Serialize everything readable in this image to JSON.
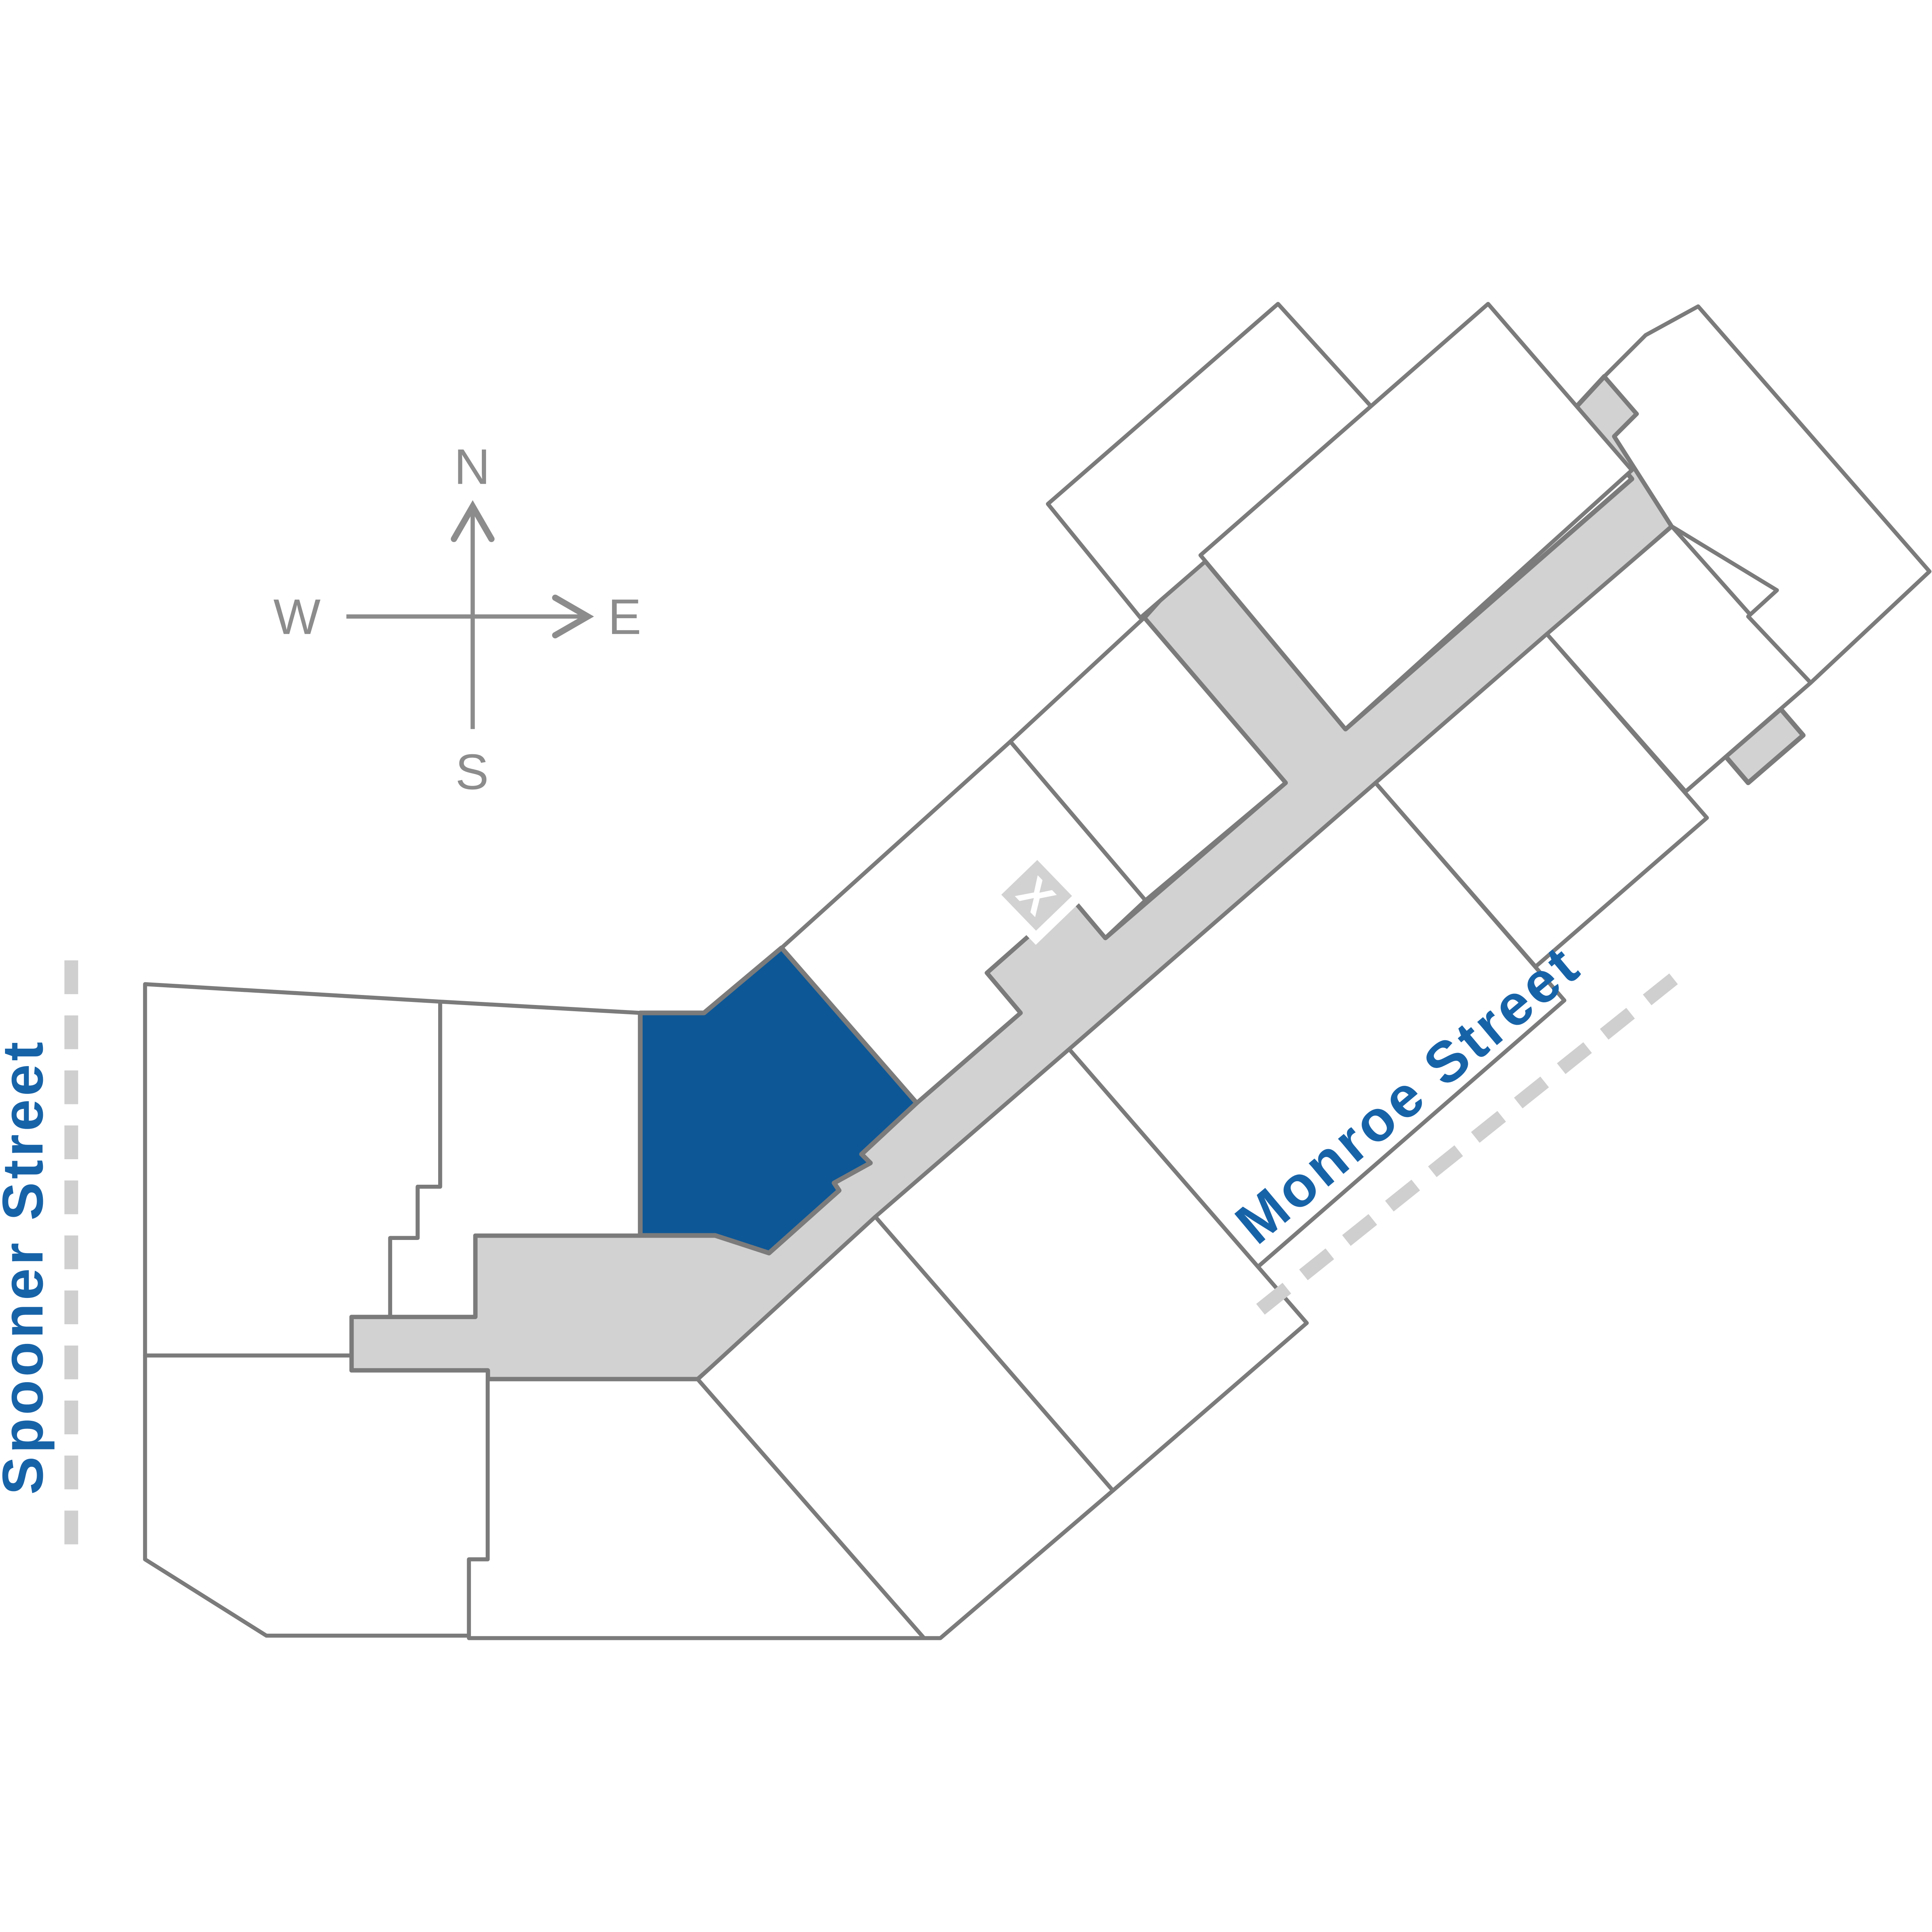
{
  "compass": {
    "north": "N",
    "east": "E",
    "south": "S",
    "west": "W"
  },
  "streets": {
    "left": "Spooner Street",
    "right": "Monroe Street"
  },
  "marker": {
    "label": "X"
  },
  "colors": {
    "highlight_unit": "#0d5796",
    "corridor": "#d2d2d2",
    "outline": "#7b7b7b",
    "street_label": "#1763a8",
    "compass_label": "#8c8c8c",
    "dashed_line": "#cfcfcf",
    "marker_frame": "#ffffff"
  }
}
